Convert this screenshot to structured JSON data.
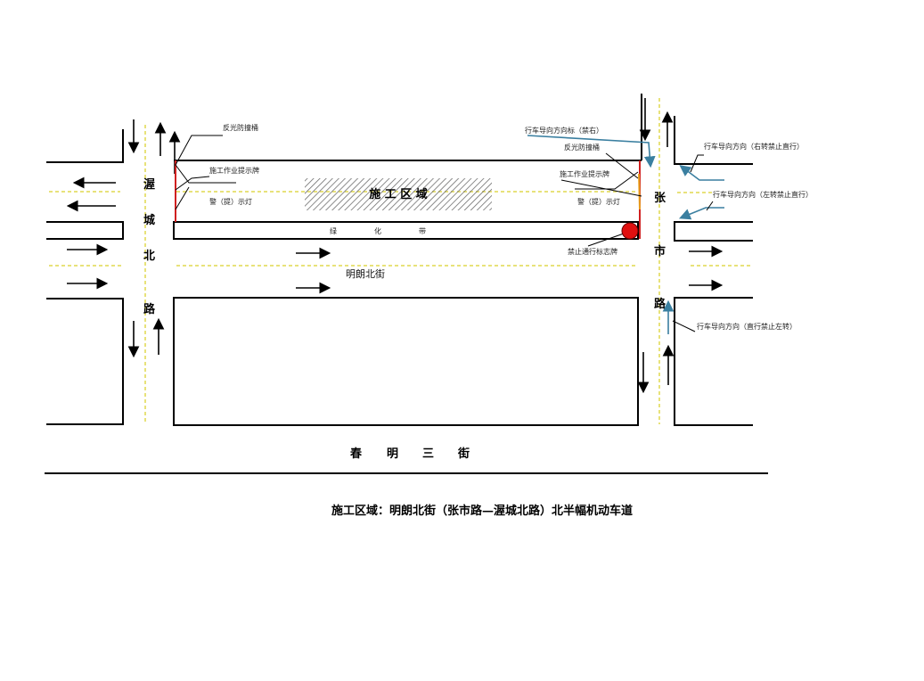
{
  "streets": {
    "west": "渥城北路",
    "west_chars": [
      "渥",
      "城",
      "北",
      "路"
    ],
    "east_chars": [
      "张",
      "市",
      "路"
    ],
    "main": "明朗北街",
    "south_chars": [
      "春",
      "明",
      "三",
      "街"
    ]
  },
  "zone": {
    "label": "施 工 区 域"
  },
  "greenbelt": {
    "chars": [
      "绿",
      "化",
      "带"
    ]
  },
  "annotations": {
    "left_barrel": "反光防撞桶",
    "left_sign": "施工作业提示牌",
    "left_light": "警（提）示灯",
    "right_direction": "行车导向方向标（禁右）",
    "right_barrel": "反光防撞桶",
    "right_sign": "施工作业提示牌",
    "right_light": "警（提）示灯",
    "no_entry": "禁止通行标志牌",
    "guide_right": "行车导向方向（右转禁止直行）",
    "guide_left": "行车导向方向（左转禁止直行）",
    "guide_straight": "行车导向方向（直行禁止左转）"
  },
  "caption": "施工区域：明朗北街（张市路—渥城北路）北半幅机动车道",
  "colors": {
    "barrier": "#d02020",
    "guide": "#3a7fa0",
    "lane_marking": "#e8e27a",
    "no_entry": "#e01010"
  }
}
